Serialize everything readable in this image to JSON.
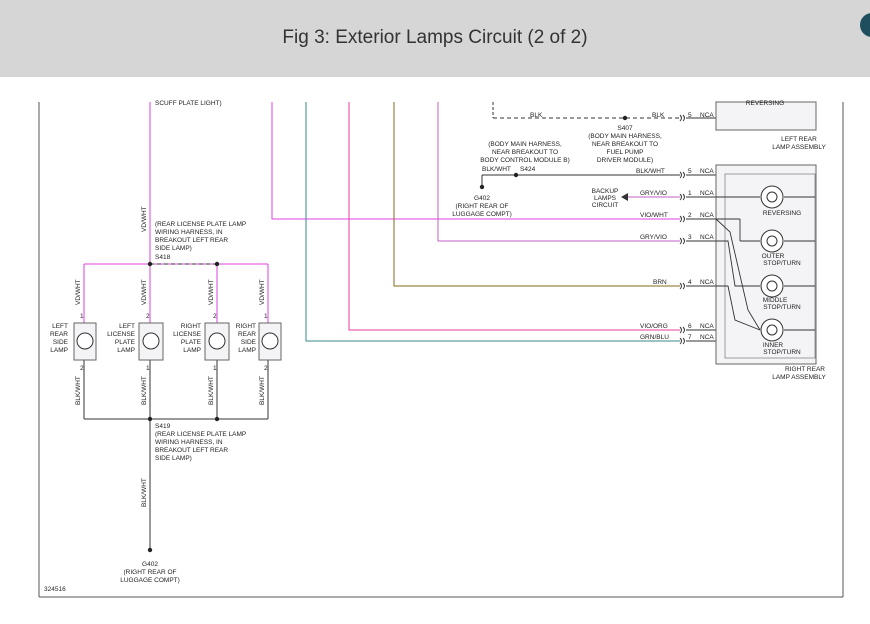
{
  "header": {
    "title": "Fig 3: Exterior Lamps Circuit (2 of 2)"
  },
  "diagram": {
    "id_number": "324516",
    "top_labels": {
      "scuff": "SCUFF PLATE LIGHT)",
      "reversing_top": "REVERSING",
      "left_rear_lamp_1": "LEFT REAR",
      "left_rear_lamp_2": "LAMP ASSEMBLY"
    },
    "splices": {
      "s407": {
        "name": "S407",
        "l1": "(BODY MAIN HARNESS,",
        "l2": "NEAR BREAKOUT TO",
        "l3": "FUEL PUMP",
        "l4": "DRIVER MODULE)"
      },
      "s424": {
        "name": "S424",
        "l1": "(BODY MAIN HARNESS,",
        "l2": "NEAR BREAKOUT TO",
        "l3": "BODY CONTROL MODULE B)"
      },
      "s418": {
        "name": "S418",
        "l1": "(REAR LICENSE PLATE LAMP",
        "l2": "WIRING HARNESS, IN",
        "l3": "BREAKOUT LEFT REAR",
        "l4": "SIDE LAMP)"
      },
      "s419": {
        "name": "S419",
        "l1": "(REAR LICENSE PLATE LAMP",
        "l2": "WIRING HARNESS, IN",
        "l3": "BREAKOUT LEFT REAR",
        "l4": "SIDE LAMP)"
      }
    },
    "grounds": {
      "g402_a": {
        "name": "G402",
        "l1": "(RIGHT REAR OF",
        "l2": "LUGGAGE COMPT)"
      },
      "g402_b": {
        "name": "G402",
        "l1": "(RIGHT REAR OF",
        "l2": "LUGGAGE COMPT)"
      }
    },
    "backup": {
      "l1": "BACKUP",
      "l2": "LAMPS",
      "l3": "CIRCUIT"
    },
    "wires": {
      "blk_a": "BLK",
      "blk_b": "BLK",
      "blk_wht_a": "BLK/WHT",
      "blk_wht_b": "BLK/WHT",
      "gry_vio_a": "GRY/VIO",
      "vio_wht": "VIO/WHT",
      "gry_vio_b": "GRY/VIO",
      "brn": "BRN",
      "vio_org": "VIO/ORG",
      "grn_blu": "GRN/BLU",
      "vd_wht_main": "VD/WHT",
      "vd_wht_1": "VD/WHT",
      "vd_wht_2": "VD/WHT",
      "vd_wht_3": "VD/WHT",
      "vd_wht_4": "VD/WHT",
      "blk_wht_1": "BLK/WHT",
      "blk_wht_2": "BLK/WHT",
      "blk_wht_3": "BLK/WHT",
      "blk_wht_4": "BLK/WHT",
      "blk_wht_ground": "BLK/WHT"
    },
    "pins": {
      "p_top": "5",
      "p_5": "5",
      "p_1": "1",
      "p_2": "2",
      "p_3": "3",
      "p_4": "4",
      "p_6": "6",
      "p_7": "7",
      "l1_top": "1",
      "l1_bot": "2",
      "l2_top": "2",
      "l2_bot": "1",
      "l3_top": "2",
      "l3_bot": "1",
      "l4_top": "1",
      "l4_bot": "2"
    },
    "nca": "NCA",
    "right_lamp": {
      "reversing": "REVERSING",
      "outer_1": "OUTER",
      "outer_2": "STOP/TURN",
      "middle_1": "MIDDLE",
      "middle_2": "STOP/TURN",
      "inner_1": "INNER",
      "inner_2": "STOP/TURN",
      "assembly_1": "RIGHT REAR",
      "assembly_2": "LAMP ASSEMBLY"
    },
    "small_lamps": {
      "left_side": {
        "l1": "LEFT",
        "l2": "REAR",
        "l3": "SIDE",
        "l4": "LAMP"
      },
      "left_plate": {
        "l1": "LEFT",
        "l2": "LICENSE",
        "l3": "PLATE",
        "l4": "LAMP"
      },
      "right_plate": {
        "l1": "RIGHT",
        "l2": "LICENSE",
        "l3": "PLATE",
        "l4": "LAMP"
      },
      "right_side": {
        "l1": "RIGHT",
        "l2": "REAR",
        "l3": "SIDE",
        "l4": "LAMP"
      }
    },
    "colors": {
      "violet_white": "#e040e0",
      "violet_orange": "#e63fa0",
      "brown": "#8a6a1a",
      "green_blue": "#3a8a8a",
      "gray_violet": "#c060c0",
      "black": "#333333"
    }
  }
}
